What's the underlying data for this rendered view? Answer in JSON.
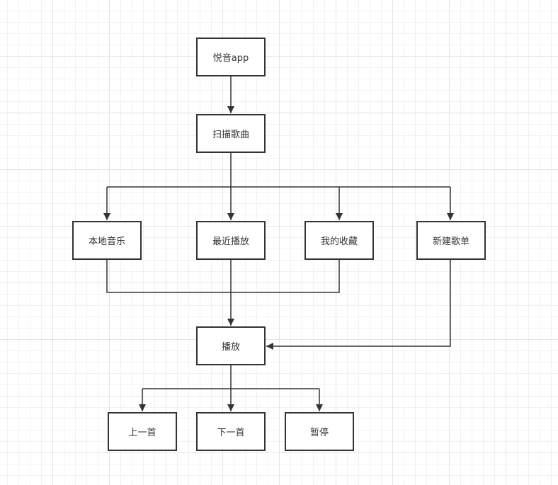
{
  "colors": {
    "line": "#333333",
    "box_border": "#333333",
    "box_fill": "#ffffff",
    "text": "#333333",
    "grid": "#e4e4e4"
  },
  "nodes": {
    "app": "悦音app",
    "scan": "扫描歌曲",
    "local": "本地音乐",
    "recent": "最近播放",
    "favorites": "我的收藏",
    "new_playlist": "新建歌单",
    "play": "播放",
    "prev": "上一首",
    "next": "下一首",
    "pause": "暂停"
  },
  "edges": [
    [
      "app",
      "scan"
    ],
    [
      "scan",
      "local"
    ],
    [
      "scan",
      "recent"
    ],
    [
      "scan",
      "favorites"
    ],
    [
      "scan",
      "new_playlist"
    ],
    [
      "local",
      "play"
    ],
    [
      "recent",
      "play"
    ],
    [
      "favorites",
      "play"
    ],
    [
      "new_playlist",
      "play"
    ],
    [
      "play",
      "prev"
    ],
    [
      "play",
      "next"
    ],
    [
      "play",
      "pause"
    ]
  ]
}
